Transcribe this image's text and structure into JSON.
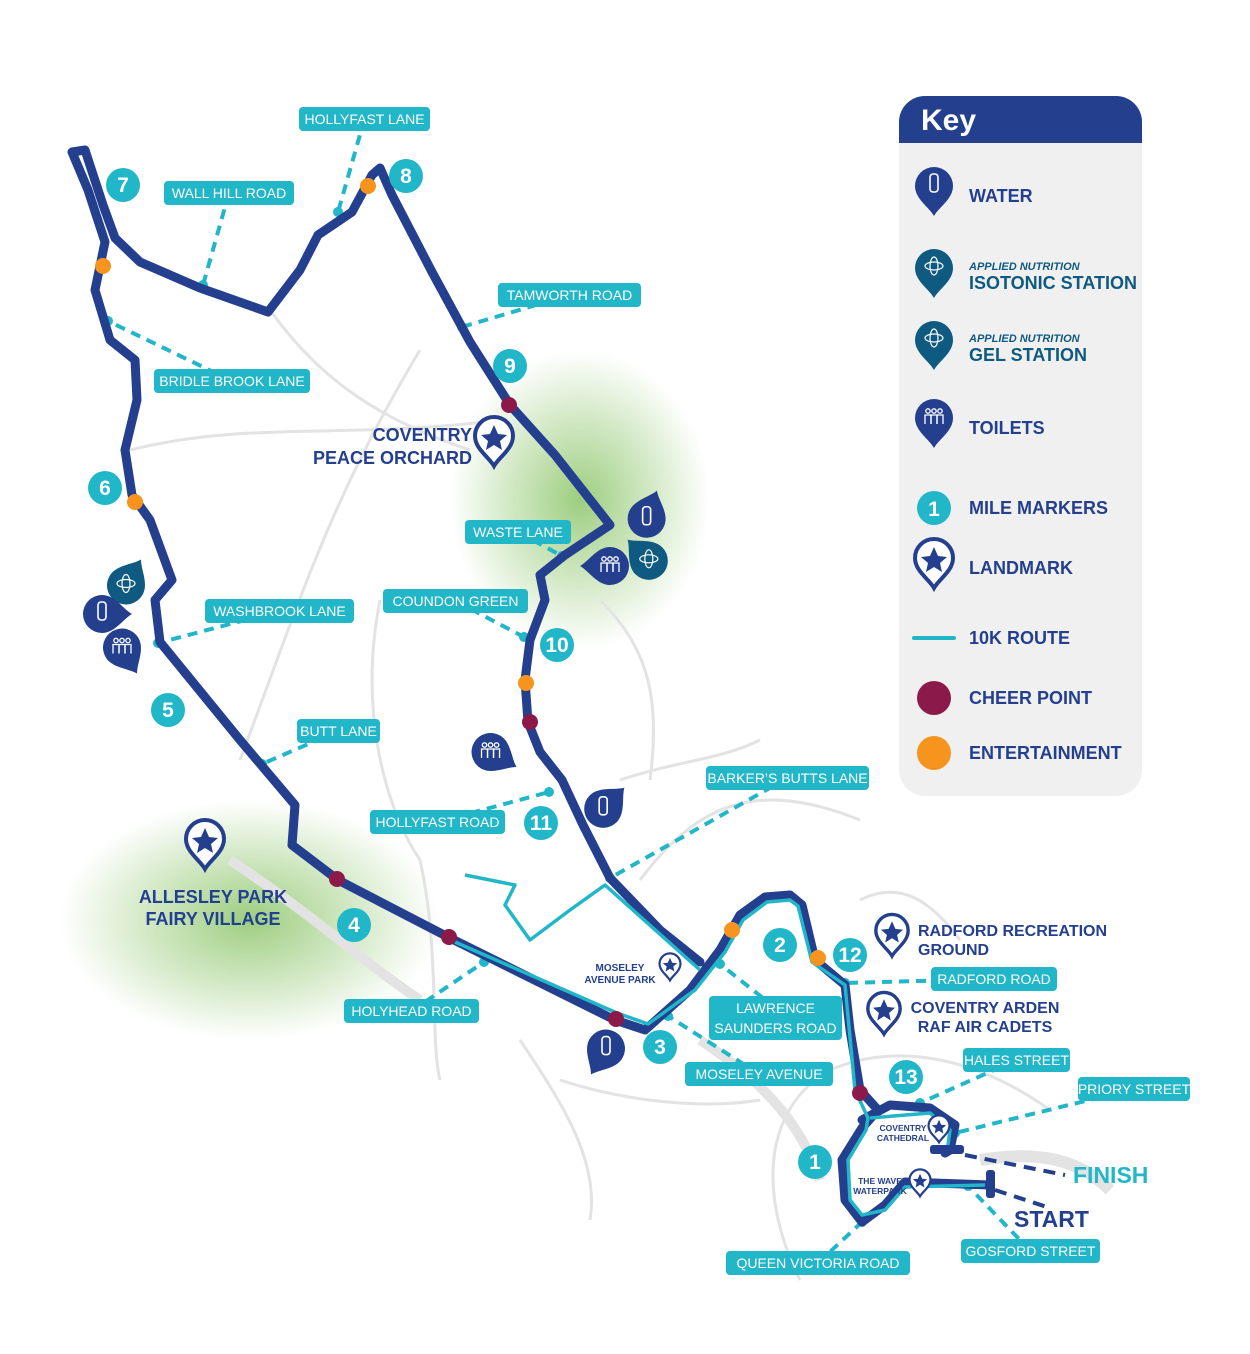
{
  "colors": {
    "route": "#233f8e",
    "route10k": "#21b6c8",
    "cheer": "#8b1a4a",
    "entertainment": "#f7941d",
    "label_bg": "#21b6c8",
    "park": "#9fce7a",
    "roads": "#e3e3e3"
  },
  "key": {
    "title": "Key",
    "items": [
      {
        "icon": "water-pin-icon",
        "label": "WATER"
      },
      {
        "icon": "isotonic-pin-icon",
        "brand": "APPLIED NUTRITION",
        "label": "ISOTONIC STATION"
      },
      {
        "icon": "gel-pin-icon",
        "brand": "APPLIED NUTRITION",
        "label": "GEL STATION"
      },
      {
        "icon": "toilets-pin-icon",
        "label": "TOILETS"
      },
      {
        "icon": "mile-marker-icon",
        "glyph": "1",
        "label": "MILE MARKERS"
      },
      {
        "icon": "landmark-pin-icon",
        "label": "LANDMARK"
      },
      {
        "icon": "10k-route-line-icon",
        "label": "10K ROUTE"
      },
      {
        "icon": "cheer-point-dot-icon",
        "label": "CHEER POINT"
      },
      {
        "icon": "entertainment-dot-icon",
        "label": "ENTERTAINMENT"
      }
    ]
  },
  "streets": [
    "HOLLYFAST LANE",
    "WALL HILL ROAD",
    "TAMWORTH ROAD",
    "BRIDLE BROOK LANE",
    "WASTE LANE",
    "COUNDON GREEN",
    "WASHBROOK LANE",
    "BUTT LANE",
    "BARKER’S BUTTS LANE",
    "HOLLYFAST ROAD",
    "HOLYHEAD ROAD",
    "LAWRENCE",
    "SAUNDERS ROAD",
    "MOSELEY AVENUE",
    "RADFORD ROAD",
    "HALES STREET",
    "PRIORY STREET",
    "GOSFORD STREET",
    "QUEEN VICTORIA ROAD"
  ],
  "landmarks": {
    "peace_orchard": [
      "COVENTRY",
      "PEACE ORCHARD"
    ],
    "fairy_village": [
      "ALLESLEY PARK",
      "FAIRY VILLAGE"
    ],
    "radford": [
      "RADFORD RECREATION",
      "GROUND"
    ],
    "raf": [
      "COVENTRY ARDEN",
      "RAF AIR CADETS"
    ],
    "moseley_park": [
      "MOSELEY",
      "AVENUE PARK"
    ],
    "cathedral": [
      "COVENTRY",
      "CATHEDRAL"
    ],
    "wave": [
      "THE WAVE",
      "WATERPARK"
    ]
  },
  "mile_markers": [
    "1",
    "2",
    "3",
    "4",
    "5",
    "6",
    "7",
    "8",
    "9",
    "10",
    "11",
    "12",
    "13"
  ],
  "finish_label": "FINISH",
  "start_label": "START"
}
